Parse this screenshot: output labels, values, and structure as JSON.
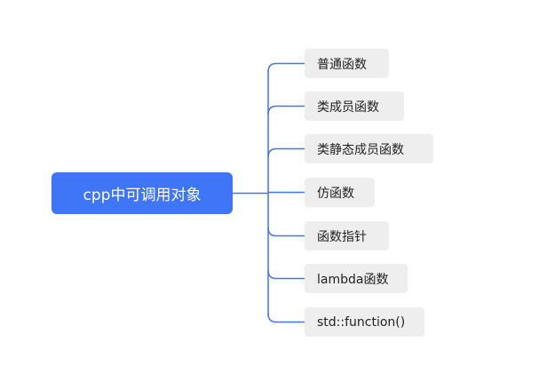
{
  "diagram": {
    "root": {
      "label": "cpp中可调用对象"
    },
    "children": [
      {
        "label": "普通函数"
      },
      {
        "label": "类成员函数"
      },
      {
        "label": "类静态成员函数"
      },
      {
        "label": "仿函数"
      },
      {
        "label": "函数指针"
      },
      {
        "label": "lambda函数"
      },
      {
        "label": "std::function()"
      }
    ]
  },
  "colors": {
    "root_fill": "#3f75f7",
    "root_text": "#ffffff",
    "child_fill": "#eeeeef",
    "child_text": "#222222",
    "connector": "#3f75f7",
    "background": "#ffffff"
  }
}
